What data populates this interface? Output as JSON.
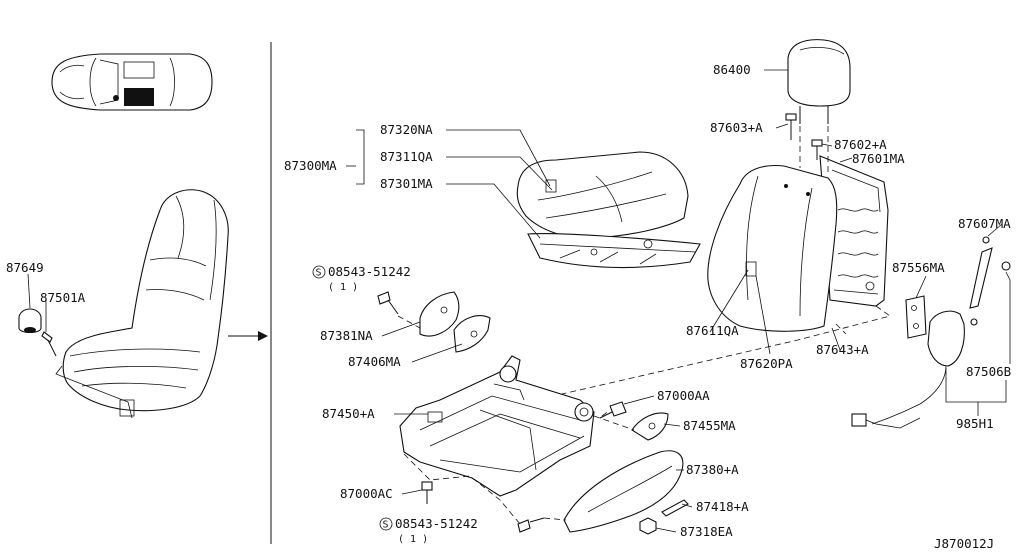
{
  "diagram": {
    "code": "J870012J",
    "labels": {
      "p86400": "86400",
      "p87603a": "87603+A",
      "p87602a": "87602+A",
      "p87601ma": "87601MA",
      "p87607ma": "87607MA",
      "p87556ma": "87556MA",
      "p87611qa": "87611QA",
      "p87620pa": "87620PA",
      "p87643a": "87643+A",
      "p87506b": "87506B",
      "p985h1": "985H1",
      "p87320na": "87320NA",
      "p87311qa": "87311QA",
      "p87301ma": "87301MA",
      "p87300ma": "87300MA",
      "p08543a": "08543-51242",
      "p08543a_qty": "( 1 )",
      "p87381na": "87381NA",
      "p87406ma": "87406MA",
      "p87450a": "87450+A",
      "p87000aa": "87000AA",
      "p87455ma": "87455MA",
      "p87380a": "87380+A",
      "p87418a": "87418+A",
      "p87318ea": "87318EA",
      "p87000ac": "87000AC",
      "p08543b": "08543-51242",
      "p08543b_qty": "( 1 )",
      "p87649": "87649",
      "p87501a": "87501A",
      "s_symbol": "S"
    }
  }
}
